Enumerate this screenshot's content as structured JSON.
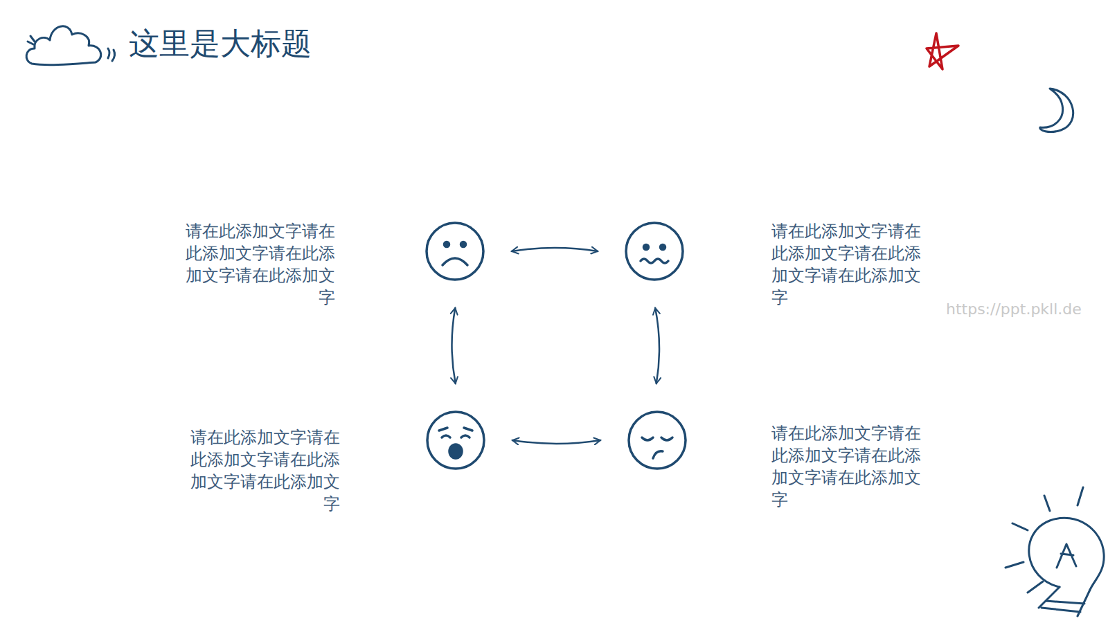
{
  "diagram": {
    "title": "这里是大标题",
    "nodes": [
      {
        "text": [
          "请在此添加文字请在此添加文字请在此添加文字请在此添加文字"
        ]
      },
      {
        "text": [
          "请在此添加文字请在此添加文字请在此添加文字请在此添加文字"
        ]
      },
      {
        "text": [
          "请在此添加文字请在此添加文字请在此添加文字请在此添加文字"
        ]
      },
      {
        "text": [
          "请在此添加文字请在此添加文字请在此添加文字请在此添加文字"
        ]
      }
    ],
    "edges": [
      {
        "from": 0,
        "to": 1,
        "arrow": "both"
      },
      {
        "from": 0,
        "to": 2,
        "arrow": "both"
      },
      {
        "from": 1,
        "to": 3,
        "arrow": "both"
      },
      {
        "from": 2,
        "to": 3,
        "arrow": "both"
      }
    ],
    "labels": [
      "https://ppt.pkll.de"
    ]
  }
}
